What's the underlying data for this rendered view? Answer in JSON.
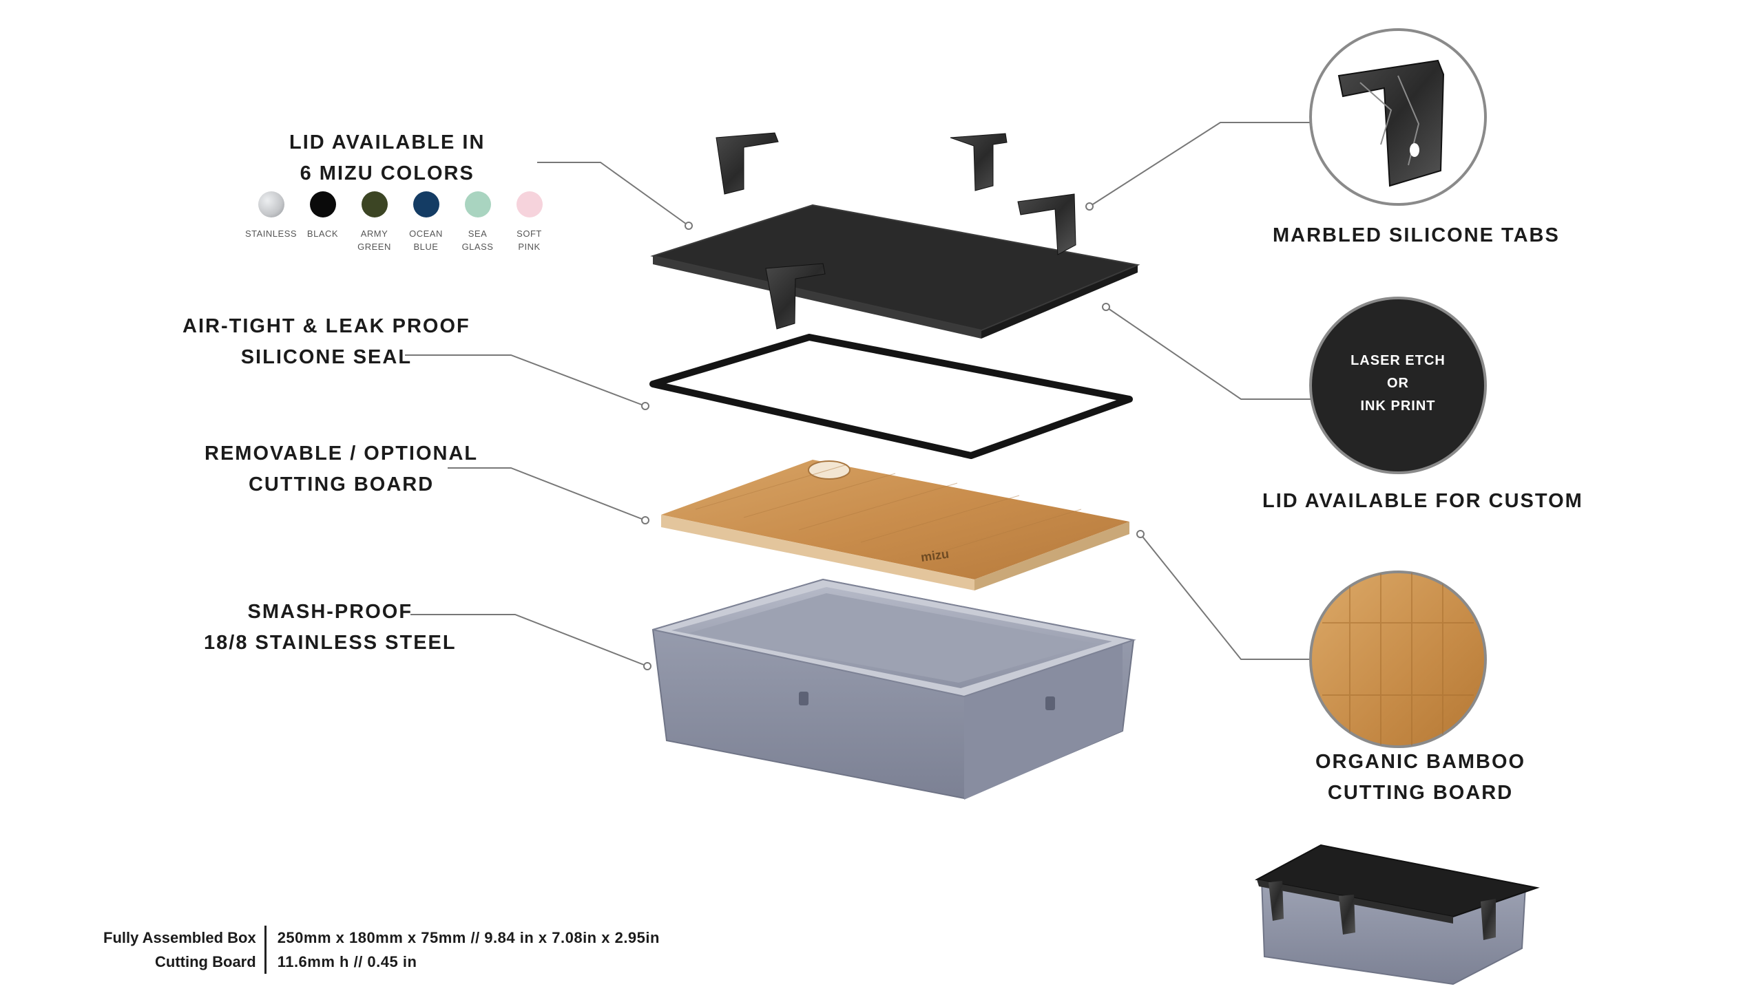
{
  "labels": {
    "lid_colors": {
      "line1": "LID AVAILABLE IN",
      "line2": "6 MIZU COLORS"
    },
    "seal": {
      "line1": "AIR-TIGHT & LEAK PROOF",
      "line2": "SILICONE SEAL"
    },
    "cutting_board": {
      "line1": "REMOVABLE / OPTIONAL",
      "line2": "CUTTING BOARD"
    },
    "steel": {
      "line1": "SMASH-PROOF",
      "line2": "18/8 STAINLESS STEEL"
    },
    "tabs": {
      "line1": "MARBLED SILICONE TABS"
    },
    "custom": {
      "line1": "LID AVAILABLE FOR CUSTOM"
    },
    "bamboo": {
      "line1": "ORGANIC BAMBOO",
      "line2": "CUTTING BOARD"
    }
  },
  "custom_circle": {
    "line1": "LASER ETCH",
    "line2": "OR",
    "line3": "INK PRINT"
  },
  "board_logo": "mizu",
  "colors": [
    {
      "name": "STAINLESS",
      "hex": "#c4c6c9"
    },
    {
      "name": "BLACK",
      "hex": "#0a0a0a"
    },
    {
      "name": "ARMY\nGREEN",
      "hex": "#3c4524"
    },
    {
      "name": "OCEAN\nBLUE",
      "hex": "#143c64"
    },
    {
      "name": "SEA\nGLASS",
      "hex": "#a9d4c0"
    },
    {
      "name": "SOFT\nPINK",
      "hex": "#f6d3dc"
    }
  ],
  "specs": {
    "row1": {
      "label": "Fully Assembled Box",
      "value": "250mm x 180mm x 75mm  //  9.84 in  x  7.08in  x  2.95in"
    },
    "row2": {
      "label": "Cutting Board",
      "value": "11.6mm h  //  0.45 in"
    }
  },
  "icons": [
    "marbled-tab-icon",
    "bamboo-texture-icon"
  ]
}
